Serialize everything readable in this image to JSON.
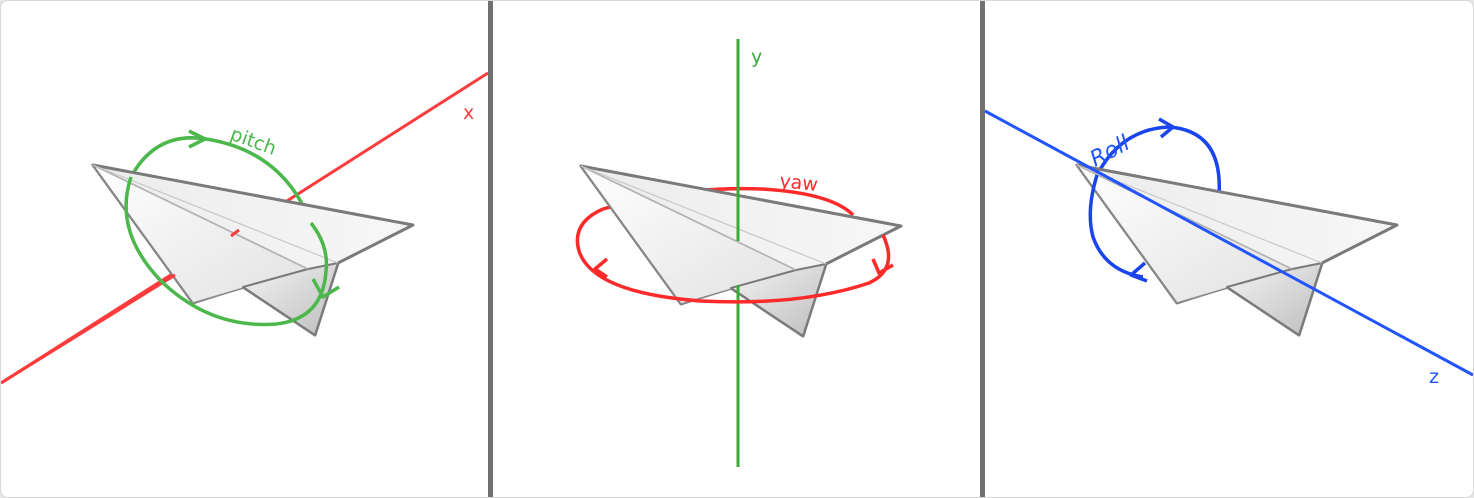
{
  "diagram": {
    "colors": {
      "pitch_axis": "#ff3b3b",
      "pitch_ring": "#4cb84c",
      "yaw_axis": "#3aaa3a",
      "yaw_ring": "#ff2a2a",
      "roll_axis": "#2255ff",
      "roll_ring": "#1a44ee",
      "divider": "#707070",
      "plane_outline": "#7a7a7a"
    },
    "panels": [
      {
        "axis_label": "x",
        "rotation_label": "pitch"
      },
      {
        "axis_label": "y",
        "rotation_label": "yaw"
      },
      {
        "axis_label": "z",
        "rotation_label": "Roll"
      }
    ]
  }
}
